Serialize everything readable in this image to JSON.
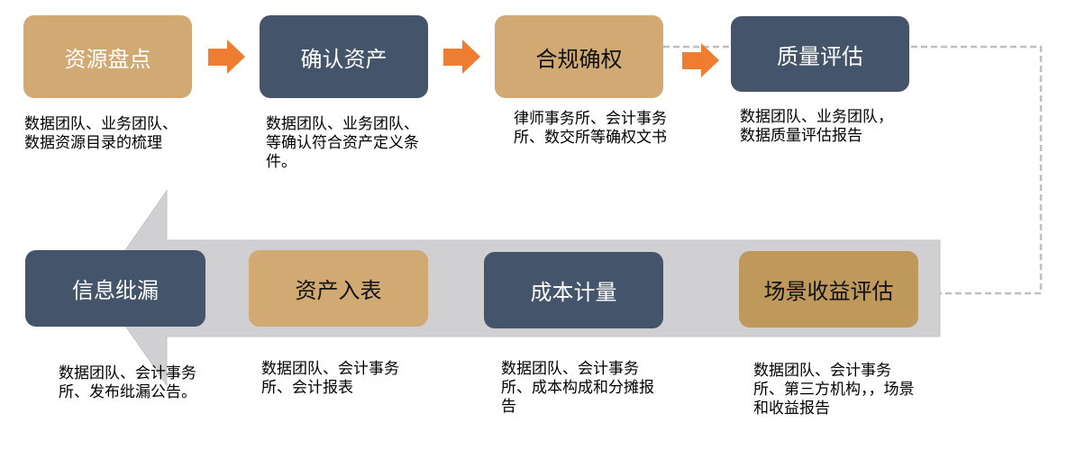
{
  "top_steps": [
    {
      "title": "资源盘点",
      "desc": "数据团队、业务团队、数据资源目录的梳理"
    },
    {
      "title": "确认资产",
      "desc": "数据团队、业务团队、等确认符合资产定义条件。"
    },
    {
      "title": "合规确权",
      "desc": "律师事务所、会计事务所、数交所等确权文书"
    },
    {
      "title": "质量评估",
      "desc": "数据团队、业务团队，数据质量评估报告"
    }
  ],
  "bottom_steps": [
    {
      "title": "信息纰漏",
      "desc": "数据团队、会计事务所、发布纰漏公告。"
    },
    {
      "title": "资产入表",
      "desc": "数据团队、会计事务所、会计报表"
    },
    {
      "title": "成本计量",
      "desc": "数据团队、会计事务所、成本构成和分摊报告"
    },
    {
      "title": "场景收益评估",
      "desc": "数据团队、会计事务所、第三方机构，，场景和收益报告"
    }
  ],
  "colors": {
    "tan": "#d1a972",
    "dark": "#44546b",
    "orange": "#ed7d31",
    "gray_arrow": "#d0cfd1"
  }
}
